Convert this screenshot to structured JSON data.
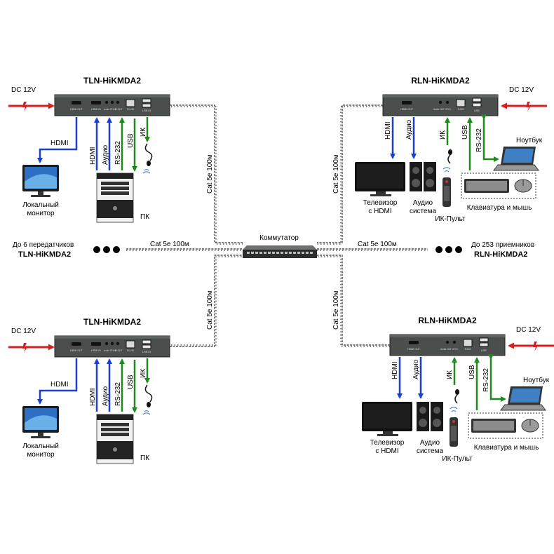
{
  "tx_top": {
    "title": "TLN-HiKMDA2",
    "dc": "DC 12V",
    "ports": [
      "HDMI OUT",
      "HDMI IN",
      "Audio",
      "IR IN",
      "IR OUT",
      "RJ-45",
      "USB IN"
    ],
    "hdmi": "HDMI",
    "sig_hdmi": "HDMI",
    "sig_audio": "Аудио",
    "sig_rs": "RS-232",
    "sig_usb": "USB",
    "sig_ir": "ИК",
    "monitor_1": "Локальный",
    "monitor_2": "монитор",
    "pc": "ПК"
  },
  "tx_bot": {
    "title": "TLN-HiKMDA2",
    "dc": "DC 12V",
    "ports": [
      "HDMI OUT",
      "HDMI IN",
      "Audio",
      "IR IN",
      "IR OUT",
      "RJ-45",
      "USB IN"
    ],
    "hdmi": "HDMI",
    "sig_hdmi": "HDMI",
    "sig_audio": "Аудио",
    "sig_rs": "RS-232",
    "sig_usb": "USB",
    "sig_ir": "ИК",
    "monitor_1": "Локальный",
    "monitor_2": "монитор",
    "pc": "ПК"
  },
  "rx_top": {
    "title": "RLN-HiKMDA2",
    "dc": "DC 12V",
    "ports": [
      "HDMI OUT",
      "Audio OUT",
      "IR IN",
      "RJ45",
      "USB"
    ],
    "sig_hdmi": "HDMI",
    "sig_audio": "Аудио",
    "sig_ir": "ИК",
    "sig_usb": "USB",
    "sig_rs": "RS-232",
    "laptop": "Ноутбук",
    "tv_1": "Телевизор",
    "tv_2": "с HDMI",
    "audio_1": "Аудио",
    "audio_2": "система",
    "remote": "ИК-Пульт",
    "kbd": "Клавиатура и мышь"
  },
  "rx_bot": {
    "title": "RLN-HiKMDA2",
    "dc": "DC 12V",
    "ports": [
      "HDMI OUT",
      "Audio OUT",
      "IR IN",
      "RJ45",
      "USB"
    ],
    "sig_hdmi": "HDMI",
    "sig_audio": "Аудио",
    "sig_ir": "ИК",
    "sig_usb": "USB",
    "sig_rs": "RS-232",
    "laptop": "Ноутбук",
    "tv_1": "Телевизор",
    "tv_2": "с HDMI",
    "audio_1": "Аудио",
    "audio_2": "система",
    "remote": "ИК-Пульт",
    "kbd": "Клавиатура и мышь"
  },
  "network": {
    "switch": "Коммутатор",
    "cable": "Cat 5e 100м",
    "tx_more_1": "До 6 передатчиков",
    "tx_more_2": "TLN-HiKMDA2",
    "rx_more_1": "До 253 приемников",
    "rx_more_2": "RLN-HiKMDA2"
  },
  "colors": {
    "blue": "#1a3fd6",
    "green": "#1e8a1e",
    "red": "#d42020",
    "device": "#4a4f4d"
  }
}
